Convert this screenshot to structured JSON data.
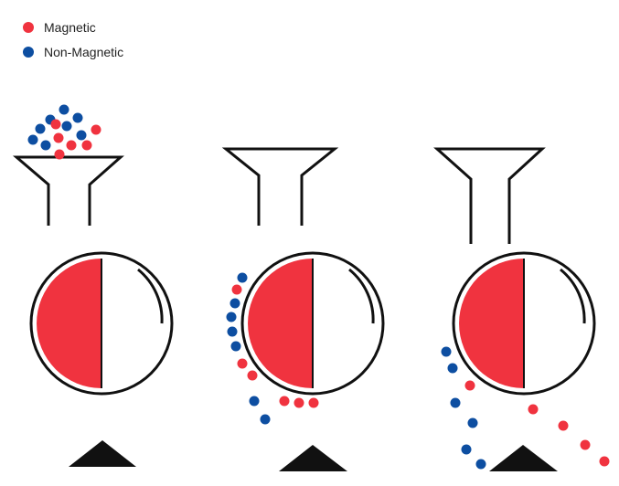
{
  "legend": {
    "magnetic_label": "Magnetic",
    "non_magnetic_label": "Non-Magnetic"
  },
  "colors": {
    "magnetic": "#f0333f",
    "non_magnetic": "#0d4ea1",
    "outline": "#111111",
    "background": "#ffffff"
  },
  "stages": [
    {
      "name": "stage-1-feeding"
    },
    {
      "name": "stage-2-rotating"
    },
    {
      "name": "stage-3-separated"
    }
  ]
}
